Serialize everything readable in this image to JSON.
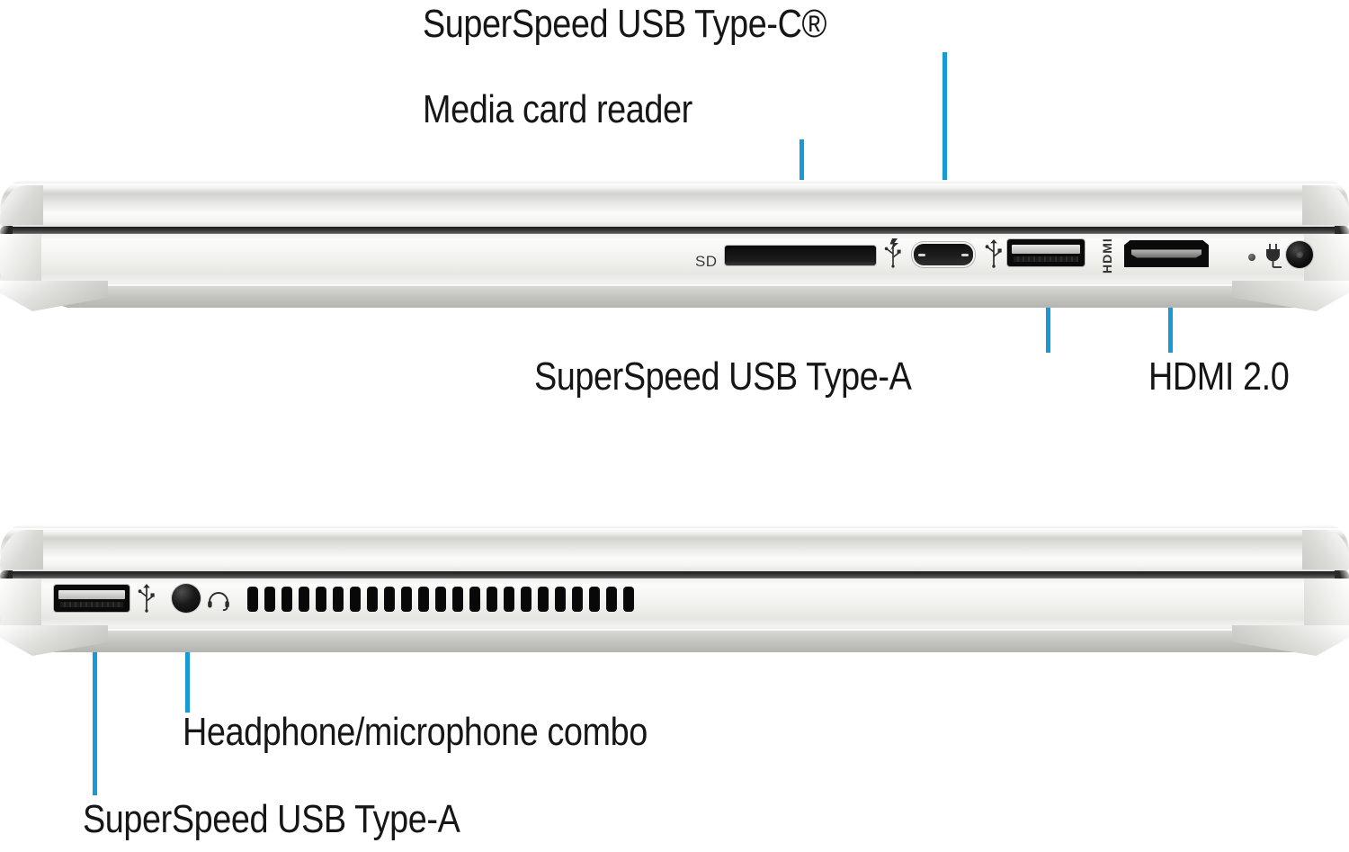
{
  "diagram": {
    "title": "HP laptop side port layout",
    "accent_color": "#179bd7",
    "body_color": "#eeeeeb",
    "seam_color": "#1c1c1c"
  },
  "labels": {
    "usb_c": "SuperSpeed USB Type-C®",
    "media_card_reader": "Media card reader",
    "usb_a_top": "SuperSpeed USB Type-A",
    "hdmi": "HDMI 2.0",
    "headphone_combo": "Headphone/microphone combo",
    "usb_a_bottom": "SuperSpeed USB Type-A"
  },
  "views": [
    {
      "name": "right-side-view",
      "ports": [
        {
          "id": "media-card-reader",
          "type": "sd-card-slot",
          "marking": "SD",
          "label": "Media card reader"
        },
        {
          "id": "usb-c",
          "type": "usb-type-c",
          "marking": "usb-charging-icon",
          "label": "SuperSpeed USB Type-C®"
        },
        {
          "id": "usb-a-right",
          "type": "usb-type-a",
          "marking": "usb-icon",
          "label": "SuperSpeed USB Type-A"
        },
        {
          "id": "hdmi",
          "type": "hdmi",
          "marking": "HDMI",
          "label": "HDMI 2.0"
        },
        {
          "id": "power-led",
          "type": "indicator-led",
          "marking": "",
          "label": ""
        },
        {
          "id": "power-connector",
          "type": "barrel-power",
          "marking": "power-plug-icon",
          "label": ""
        }
      ]
    },
    {
      "name": "left-side-view",
      "ports": [
        {
          "id": "usb-a-left",
          "type": "usb-type-a",
          "marking": "usb-icon",
          "label": "SuperSpeed USB Type-A"
        },
        {
          "id": "headphone-jack",
          "type": "audio-combo",
          "marking": "headphone-icon",
          "label": "Headphone/microphone combo"
        },
        {
          "id": "vents",
          "type": "exhaust-vent",
          "marking": "",
          "label": "",
          "slot_count": 23
        }
      ]
    }
  ],
  "markings": {
    "sd": "SD",
    "hdmi": "HDMI",
    "usb_glyph": "⑂",
    "headphone_glyph": "♬",
    "power_glyph": "⚡"
  }
}
